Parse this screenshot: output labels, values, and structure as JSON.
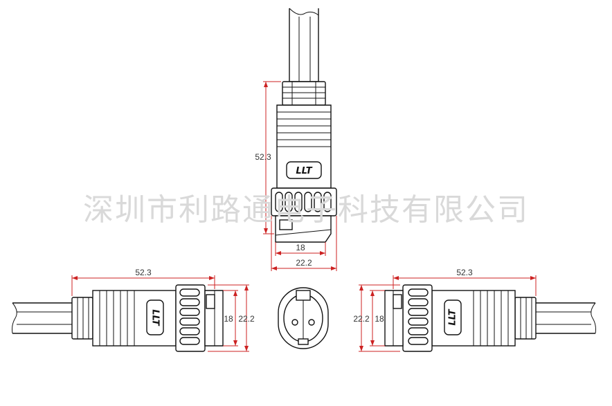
{
  "watermark": "深圳市利路通电子科技有限公司",
  "logo_text": "LLT",
  "colors": {
    "dimension": "#cc2222",
    "outline": "#111111",
    "watermark": "#d9d9d9"
  },
  "dimensions": {
    "top_length": "52.3",
    "top_inner_width": "18",
    "top_outer_width": "22.2",
    "left_length": "52.3",
    "left_inner": "18",
    "left_outer": "22.2",
    "right_length": "52.3",
    "right_inner": "18",
    "right_outer": "22.2"
  }
}
